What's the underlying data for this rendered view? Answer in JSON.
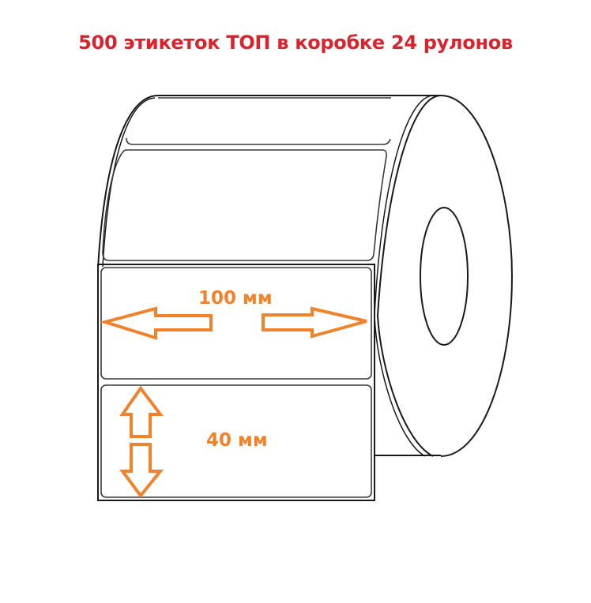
{
  "title": {
    "text": "500 этикеток ТОП в коробке 24 рулонов",
    "color": "#d7242d"
  },
  "diagram": {
    "subject": "label-roll",
    "line_color": "#1a1a1a",
    "accent_color": "#f0822c",
    "dimensions": {
      "width_label": "100 мм",
      "height_label": "40 мм"
    }
  }
}
